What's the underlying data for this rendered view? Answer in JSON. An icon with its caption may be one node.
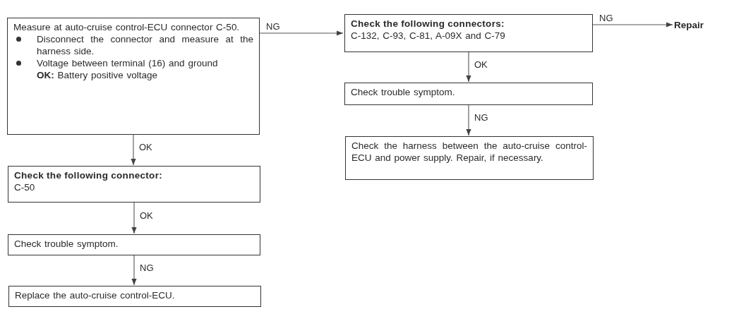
{
  "diagram": {
    "nodes": [
      {
        "text": [
          "Measure at auto-cruise control-ECU connector C-50.",
          "Disconnect the connector and measure at the harness side.",
          "Voltage between terminal (16) and ground",
          "**OK:** Battery positive voltage"
        ]
      },
      {
        "text": [
          "Check the following connector:",
          "C-50"
        ]
      },
      {
        "text": [
          "Check trouble symptom."
        ]
      },
      {
        "text": [
          "Replace the auto-cruise control-ECU."
        ]
      },
      {
        "text": [
          "Check the following connectors:",
          "C-132, C-93, C-81, A-09X and C-79"
        ]
      },
      {
        "text": [
          "Check trouble symptom."
        ]
      },
      {
        "text": [
          "Check the harness between the auto-cruise control-ECU and power supply. Repair, if necessary."
        ]
      },
      {
        "text": [
          "Repair"
        ]
      }
    ],
    "edges": [
      {
        "from": 0,
        "to": 4,
        "arrow": "to",
        "label": "NG"
      },
      {
        "from": 0,
        "to": 1,
        "arrow": "to",
        "label": "OK"
      },
      {
        "from": 1,
        "to": 2,
        "arrow": "to",
        "label": "OK"
      },
      {
        "from": 2,
        "to": 3,
        "arrow": "to",
        "label": "NG"
      },
      {
        "from": 4,
        "to": 7,
        "arrow": "to",
        "label": "NG"
      },
      {
        "from": 4,
        "to": 5,
        "arrow": "to",
        "label": "OK"
      },
      {
        "from": 5,
        "to": 6,
        "arrow": "to",
        "label": "NG"
      }
    ]
  }
}
